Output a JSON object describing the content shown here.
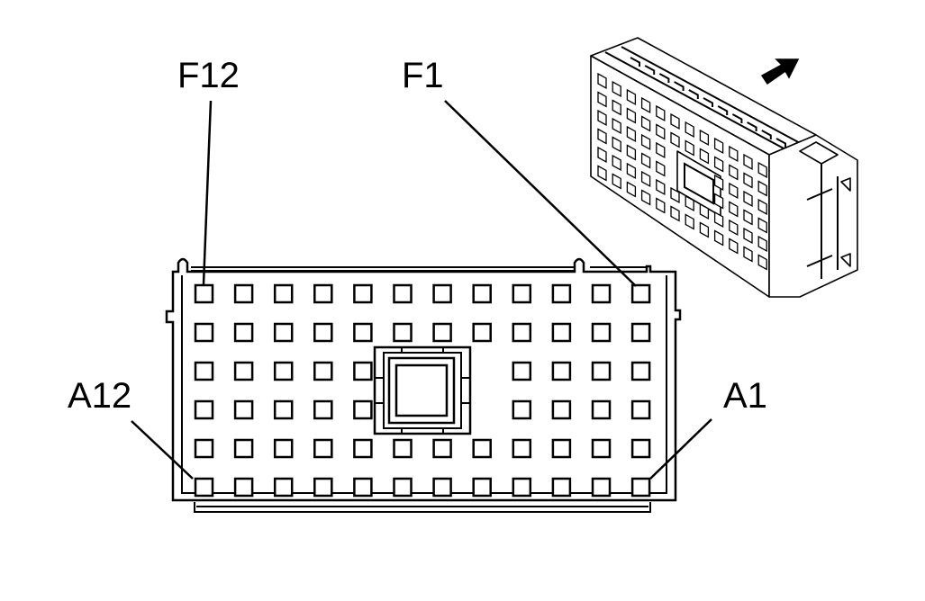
{
  "diagram": {
    "type": "connector-face-view",
    "cavity_rows": 6,
    "cavity_columns": 12,
    "center_obstruction": {
      "rows": [
        2,
        3
      ],
      "columns": [
        5,
        6,
        7
      ]
    },
    "labels": {
      "top_left": "F12",
      "top_right": "F1",
      "bottom_left": "A12",
      "bottom_right": "A1"
    },
    "inset": {
      "arrow_icon": "arrow-up-right-icon",
      "cell_rows": 6,
      "cell_columns": 12
    },
    "colors": {
      "line": "#000000",
      "background": "#ffffff"
    }
  }
}
